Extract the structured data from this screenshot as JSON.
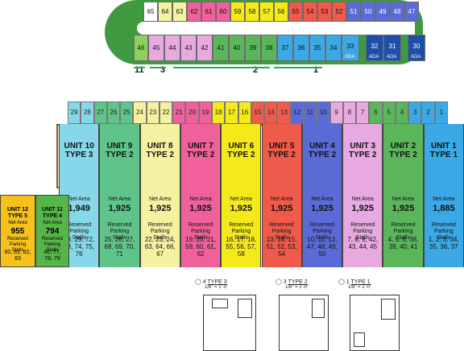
{
  "colors": {
    "lot_green": "#3f9a3f",
    "unit1_blue": "#3aa9e6",
    "unit2_green": "#5bb55b",
    "unit3_lilac": "#e7a9e0",
    "unit4_blue": "#5a6bd6",
    "unit5_red": "#ef5a4a",
    "unit6_yellow": "#f4ea1a",
    "unit7_pink": "#f0609a",
    "unit8_cream": "#f4f1a0",
    "unit9_green": "#5fc48a",
    "unit10_cyan": "#86d8e8",
    "unit11_green": "#56b548",
    "unit12_gold": "#f4c21b"
  },
  "top_lot": {
    "top_row": [
      "65",
      "64",
      "63",
      "62",
      "61",
      "60",
      "59",
      "58",
      "57",
      "56",
      "55",
      "54",
      "53",
      "52",
      "51",
      "50",
      "49",
      "48",
      "47"
    ],
    "bottom_row": [
      "46",
      "45",
      "44",
      "43",
      "42",
      "41",
      "40",
      "39",
      "38",
      "37",
      "36",
      "35",
      "34",
      "33",
      "32",
      "31",
      "30"
    ],
    "ada_labels": [
      "ADA",
      "ADA",
      "ADA",
      "ADA"
    ],
    "section_numbers": [
      "11",
      "3",
      "2",
      "1"
    ]
  },
  "building_stalls": [
    "29",
    "28",
    "27",
    "26",
    "25",
    "24",
    "23",
    "22",
    "21",
    "20",
    "19",
    "18",
    "17",
    "16",
    "15",
    "14",
    "13",
    "12",
    "11",
    "10",
    "9",
    "8",
    "7",
    "6",
    "5",
    "4",
    "3",
    "2",
    "1"
  ],
  "units": [
    {
      "name": "UNIT 10",
      "type": "TYPE 3",
      "net_area_label": "Net Area",
      "net_area": "1,949",
      "reserved_label": "Reserved Parking Stalls",
      "stalls": "28, 29, 72, 73, 74, 75, 76"
    },
    {
      "name": "UNIT 9",
      "type": "TYPE 2",
      "net_area_label": "Net Area",
      "net_area": "1,925",
      "reserved_label": "Reserved Parking Stalls",
      "stalls": "25, 26, 27, 68, 69, 70, 71"
    },
    {
      "name": "UNIT 8",
      "type": "TYPE 2",
      "net_area_label": "Net Area",
      "net_area": "1,925",
      "reserved_label": "Reserved Parking Stalls",
      "stalls": "22, 23, 24, 63, 64, 66, 67"
    },
    {
      "name": "UNIT 7",
      "type": "TYPE 2",
      "net_area_label": "Net Area",
      "net_area": "1,925",
      "reserved_label": "Reserved Parking Stalls",
      "stalls": "19, 20, 21, 59, 60, 61, 62"
    },
    {
      "name": "UNIT 6",
      "type": "TYPE 2",
      "net_area_label": "Net Area",
      "net_area": "1,925",
      "reserved_label": "Reserved Parking Stalls",
      "stalls": "16, 17, 18, 55, 56, 57, 58"
    },
    {
      "name": "UNIT 5",
      "type": "TYPE 2",
      "net_area_label": "Net Area",
      "net_area": "1,925",
      "reserved_label": "Reserved Parking Stalls",
      "stalls": "13, 14, 15, 51, 52, 53, 54"
    },
    {
      "name": "UNIT 4",
      "type": "TYPE 2",
      "net_area_label": "Net Area",
      "net_area": "1,925",
      "reserved_label": "Reserved Parking Stalls",
      "stalls": "10, 11, 12, 47, 48, 49, 50"
    },
    {
      "name": "UNIT 3",
      "type": "TYPE 2",
      "net_area_label": "Net Area",
      "net_area": "1,925",
      "reserved_label": "Reserved Parking Stalls",
      "stalls": "7, 8, 9, 42, 43, 44, 45"
    },
    {
      "name": "UNIT 2",
      "type": "TYPE 2",
      "net_area_label": "Net Area",
      "net_area": "1,925",
      "reserved_label": "Reserved Parking Stalls",
      "stalls": "4, 5, 6, 38, 39, 40, 41"
    },
    {
      "name": "UNIT 1",
      "type": "TYPE 1",
      "net_area_label": "Net Area",
      "net_area": "1,885",
      "reserved_label": "Reserved Parking Stalls",
      "stalls": "1, 2, 3, 34, 35, 36, 37"
    }
  ],
  "unit12": {
    "name": "UNIT 12",
    "type": "TYPE 5",
    "net_area_label": "Net Area",
    "net_area": "955",
    "reserved_label": "Reserved Parking Stalls",
    "stalls": "80, 81, 82, 83"
  },
  "unit11": {
    "name": "UNIT 11",
    "type": "TYPE 4",
    "net_area_label": "Net Area",
    "net_area": "794",
    "reserved_label": "Reserved Parking Stalls",
    "stalls": "46, 77, 78, 79"
  },
  "plans": [
    {
      "num": "4",
      "label": "TYPE 3",
      "scale": "1/8\" = 1'-0\""
    },
    {
      "num": "3",
      "label": "TYPE 2",
      "scale": "1/8\" = 1'-0\""
    },
    {
      "num": "1",
      "label": "TYPE 1",
      "scale": "1/8\" = 1'-0\""
    }
  ]
}
